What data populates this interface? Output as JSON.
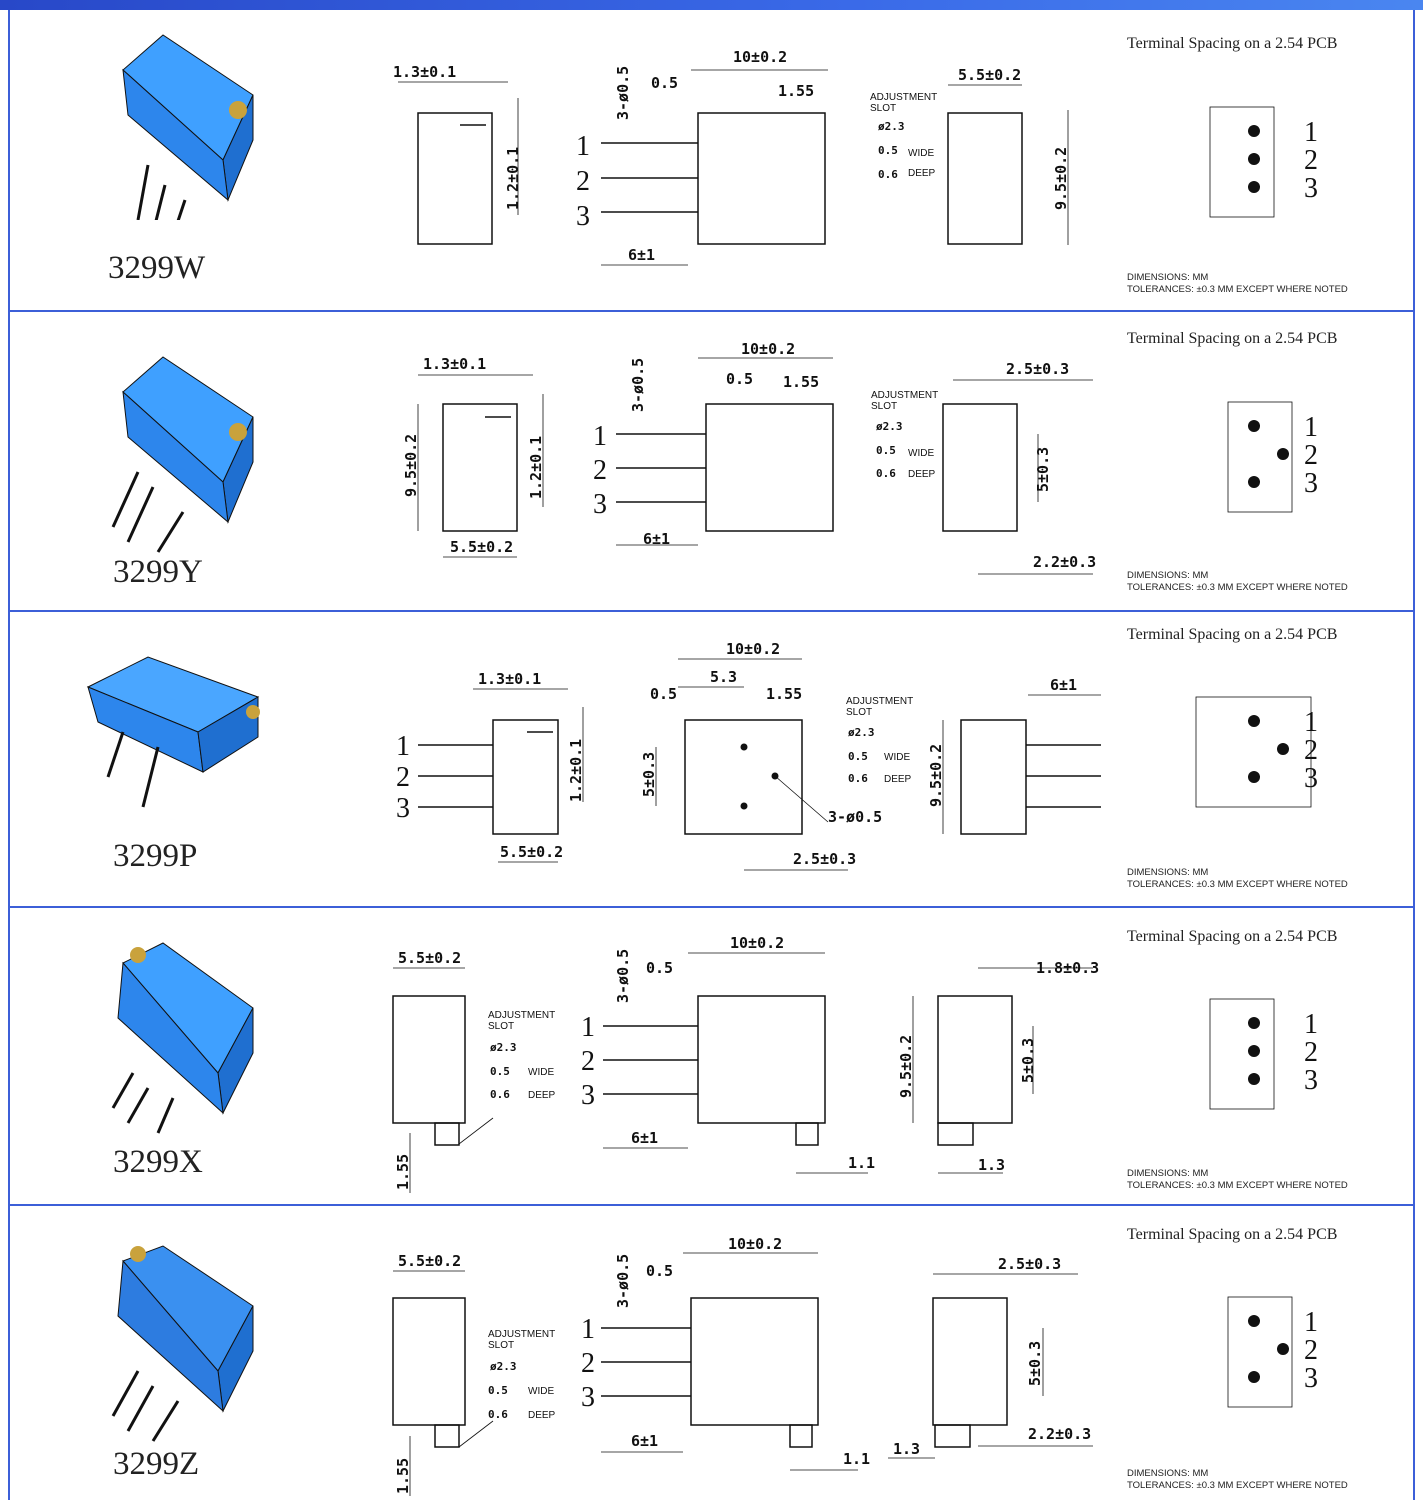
{
  "colors": {
    "accent": "#3c5fd8",
    "component_blue": "#2f8ef0"
  },
  "rows": [
    {
      "model": "3299W",
      "dims": [
        "1.3±0.1",
        "1.2±0.1",
        "10±0.2",
        "0.5",
        "1.55",
        "3-ø0.5",
        "6±1",
        "5.5±0.2",
        "9.5±0.2"
      ],
      "adjust": [
        "ADJUSTMENT",
        "SLOT",
        "ø2.3",
        "0.5",
        "WIDE",
        "0.6",
        "DEEP"
      ],
      "pins": [
        "1",
        "2",
        "3"
      ],
      "pcb_title": "Terminal Spacing on a 2.54 PCB",
      "pcb_pins": [
        "1",
        "2",
        "3"
      ],
      "note1": "DIMENSIONS: MM",
      "note2": "TOLERANCES: ±0.3 MM EXCEPT WHERE NOTED"
    },
    {
      "model": "3299Y",
      "dims": [
        "1.3±0.1",
        "1.2±0.1",
        "9.5±0.2",
        "5.5±0.2",
        "10±0.2",
        "0.5",
        "1.55",
        "3-ø0.5",
        "6±1",
        "2.5±0.3",
        "5±0.3",
        "2.2±0.3"
      ],
      "adjust": [
        "ADJUSTMENT",
        "SLOT",
        "ø2.3",
        "0.5",
        "WIDE",
        "0.6",
        "DEEP"
      ],
      "pins": [
        "1",
        "2",
        "3"
      ],
      "pcb_title": "Terminal Spacing on a 2.54 PCB",
      "pcb_pins": [
        "1",
        "2",
        "3"
      ],
      "note1": "DIMENSIONS: MM",
      "note2": "TOLERANCES: ±0.3 MM EXCEPT WHERE NOTED"
    },
    {
      "model": "3299P",
      "dims": [
        "1.3±0.1",
        "1.2±0.1",
        "5.5±0.2",
        "10±0.2",
        "5.3",
        "0.5",
        "1.55",
        "5±0.3",
        "3-ø0.5",
        "2.5±0.3",
        "6±1",
        "9.5±0.2"
      ],
      "adjust": [
        "ADJUSTMENT",
        "SLOT",
        "ø2.3",
        "0.5",
        "WIDE",
        "0.6",
        "DEEP"
      ],
      "pins": [
        "1",
        "2",
        "3"
      ],
      "pcb_title": "Terminal Spacing on a 2.54 PCB",
      "pcb_pins": [
        "1",
        "2",
        "3"
      ],
      "note1": "DIMENSIONS: MM",
      "note2": "TOLERANCES: ±0.3 MM EXCEPT WHERE NOTED"
    },
    {
      "model": "3299X",
      "dims": [
        "5.5±0.2",
        "1.55",
        "10±0.2",
        "0.5",
        "3-ø0.5",
        "6±1",
        "1.1",
        "1.8±0.3",
        "9.5±0.2",
        "5±0.3",
        "1.3"
      ],
      "adjust": [
        "ADJUSTMENT",
        "SLOT",
        "ø2.3",
        "0.5",
        "WIDE",
        "0.6",
        "DEEP"
      ],
      "pins": [
        "1",
        "2",
        "3"
      ],
      "pcb_title": "Terminal Spacing on a 2.54 PCB",
      "pcb_pins": [
        "1",
        "2",
        "3"
      ],
      "note1": "DIMENSIONS: MM",
      "note2": "TOLERANCES: ±0.3 MM EXCEPT WHERE NOTED"
    },
    {
      "model": "3299Z",
      "dims": [
        "5.5±0.2",
        "1.55",
        "10±0.2",
        "0.5",
        "3-ø0.5",
        "6±1",
        "1.1",
        "2.5±0.3",
        "5±0.3",
        "1.3",
        "2.2±0.3"
      ],
      "adjust": [
        "ADJUSTMENT",
        "SLOT",
        "ø2.3",
        "0.5",
        "WIDE",
        "0.6",
        "DEEP"
      ],
      "pins": [
        "1",
        "2",
        "3"
      ],
      "pcb_title": "Terminal Spacing on a 2.54 PCB",
      "pcb_pins": [
        "1",
        "2",
        "3"
      ],
      "note1": "DIMENSIONS: MM",
      "note2": "TOLERANCES: ±0.3 MM EXCEPT WHERE NOTED"
    }
  ]
}
